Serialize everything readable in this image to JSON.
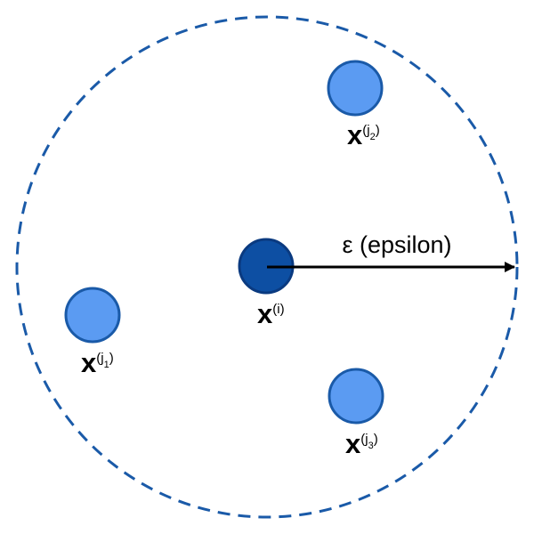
{
  "diagram": {
    "neighborhood": {
      "stroke_color": "#1A5AA8",
      "style": "dashed"
    },
    "center_point": {
      "fill_color": "#0D4FA3",
      "stroke_color": "#0A3A80",
      "label": {
        "symbol": "x",
        "superscript": "(i)"
      }
    },
    "neighbors": [
      {
        "fill_color": "#5B9BF2",
        "stroke_color": "#1A5AA8",
        "label": {
          "symbol": "x",
          "sup_open": "(j",
          "sub": "2",
          "sup_close": ")"
        }
      },
      {
        "fill_color": "#5B9BF2",
        "stroke_color": "#1A5AA8",
        "label": {
          "symbol": "x",
          "sup_open": "(j",
          "sub": "1",
          "sup_close": ")"
        }
      },
      {
        "fill_color": "#5B9BF2",
        "stroke_color": "#1A5AA8",
        "label": {
          "symbol": "x",
          "sup_open": "(j",
          "sub": "3",
          "sup_close": ")"
        }
      }
    ],
    "radius_arrow": {
      "label": "ε (epsilon)",
      "color": "#000000"
    }
  }
}
